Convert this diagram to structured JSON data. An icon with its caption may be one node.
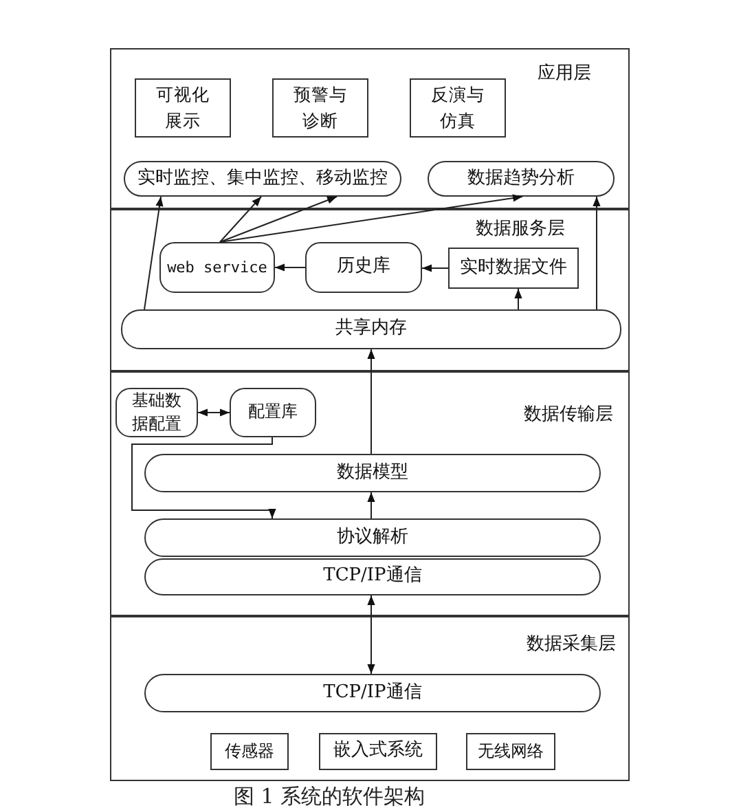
{
  "diagram": {
    "caption": "图 1 系统的软件架构",
    "nodes": [
      {
        "text": [
          "应用层"
        ]
      },
      {
        "text": [
          "可视化展示"
        ],
        "in": 0
      },
      {
        "text": [
          "预警与诊断"
        ],
        "in": 0
      },
      {
        "text": [
          "反演与仿真"
        ],
        "in": 0
      },
      {
        "text": [
          "实时监控、集中监控、移动监控"
        ],
        "in": 0
      },
      {
        "text": [
          "数据趋势分析"
        ],
        "in": 0
      },
      {
        "text": [
          "数据服务层"
        ]
      },
      {
        "text": [
          "web service"
        ],
        "in": 6
      },
      {
        "text": [
          "历史库"
        ],
        "in": 6
      },
      {
        "text": [
          "实时数据文件"
        ],
        "in": 6
      },
      {
        "text": [
          "共享内存"
        ],
        "in": 6
      },
      {
        "text": [
          "数据传输层"
        ]
      },
      {
        "text": [
          "基础数据配置"
        ],
        "in": 11
      },
      {
        "text": [
          "配置库"
        ],
        "in": 11
      },
      {
        "text": [
          "数据模型"
        ],
        "in": 11
      },
      {
        "text": [
          "协议解析"
        ],
        "in": 11
      },
      {
        "text": [
          "TCP/IP通信"
        ],
        "in": 11
      },
      {
        "text": [
          "数据采集层"
        ]
      },
      {
        "text": [
          "TCP/IP通信"
        ],
        "in": 17
      },
      {
        "text": [
          "传感器"
        ],
        "in": 17
      },
      {
        "text": [
          "嵌入式系统"
        ],
        "in": 17
      },
      {
        "text": [
          "无线网络"
        ],
        "in": 17
      }
    ],
    "edges": [
      {
        "from": 10,
        "to": 4,
        "arrow": "to"
      },
      {
        "from": 7,
        "to": 4,
        "arrow": "to"
      },
      {
        "from": 7,
        "to": 4,
        "arrow": "to"
      },
      {
        "from": 7,
        "to": 5,
        "arrow": "to"
      },
      {
        "from": 10,
        "to": 5,
        "arrow": "to"
      },
      {
        "from": 8,
        "to": 7,
        "arrow": "to"
      },
      {
        "from": 9,
        "to": 8,
        "arrow": "to"
      },
      {
        "from": 10,
        "to": 9,
        "arrow": "to"
      },
      {
        "from": 14,
        "to": 10,
        "arrow": "to"
      },
      {
        "from": 12,
        "to": 13,
        "arrow": "both"
      },
      {
        "from": 13,
        "to": 15,
        "arrow": "to"
      },
      {
        "from": 15,
        "to": 14,
        "arrow": "to"
      },
      {
        "from": 18,
        "to": 16,
        "arrow": "both"
      }
    ]
  }
}
